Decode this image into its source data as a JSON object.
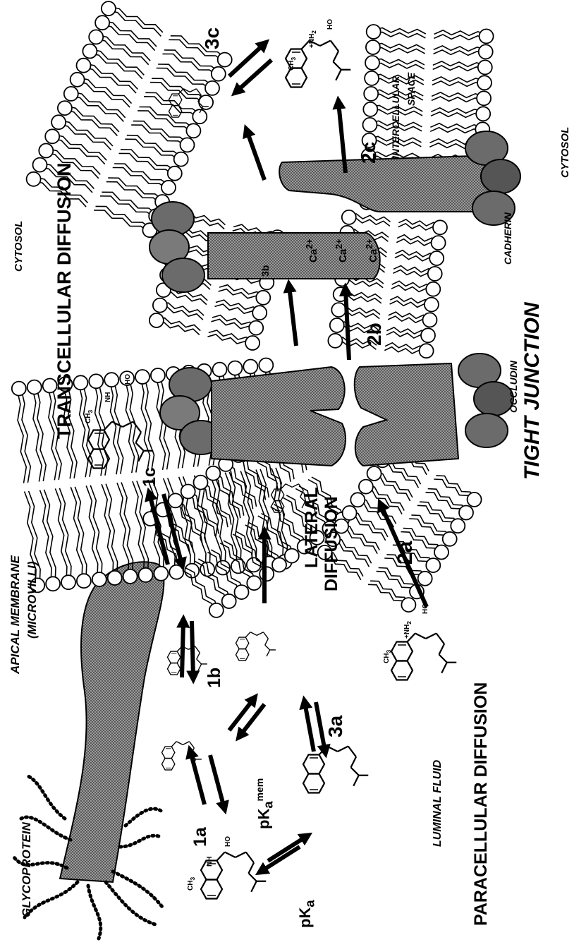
{
  "labels": {
    "glycoprotein": "GLYCOPROTEIN",
    "apical_membrane": "APICAL MEMBRANE",
    "microvilli": "(MICROVILLI)",
    "luminal_fluid": "LUMINAL FLUID",
    "paracellular": "PARACELLULAR DIFFUSION",
    "transcellular": "TRANSCELLULAR DIFFUSION",
    "cytosol_top": "CYTOSOL",
    "cytosol_bottom": "CYTOSOL",
    "lateral": "LATERAL",
    "diffusion": "DIFFUSION",
    "tight_junction": "TIGHT JUNCTION",
    "occludin": "OCCLUDIN",
    "cadherin": "CADHERIN",
    "intercellular": "INTERCELLULAR",
    "space": "SPACE",
    "ca": "Ca"
  },
  "steps": {
    "s1a": "1a",
    "s1b": "1b",
    "s1c": "1c",
    "s2a": "2a",
    "s2b": "2b",
    "s2c": "2c",
    "s3a": "3a",
    "s3b": "3b",
    "s3c": "3c"
  },
  "pka": {
    "pk": "pK",
    "sub": "a",
    "mem_sub": "a",
    "mem_sup": "mem"
  },
  "molecule": {
    "ch3": "CH",
    "three": "3",
    "nh": "NH",
    "nh2": "NH",
    "two": "2",
    "ho": "HO",
    "o": "O",
    "plus": "+"
  }
}
